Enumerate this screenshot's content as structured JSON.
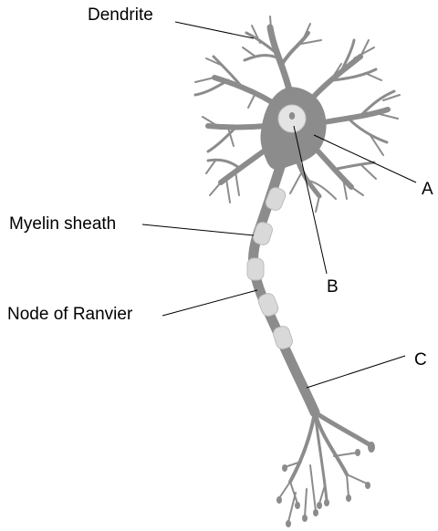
{
  "labels": {
    "dendrite": "Dendrite",
    "myelin": "Myelin sheath",
    "node": "Node of Ranvier",
    "a": "A",
    "b": "B",
    "c": "C"
  },
  "colors": {
    "neuron": "#8c8c8c",
    "myelin": "#d9d9d9",
    "myelin_edge": "#bdbdbd",
    "nucleus": "#e4e4e4",
    "nucleolus": "#8c8c8c",
    "leader": "#000000"
  }
}
